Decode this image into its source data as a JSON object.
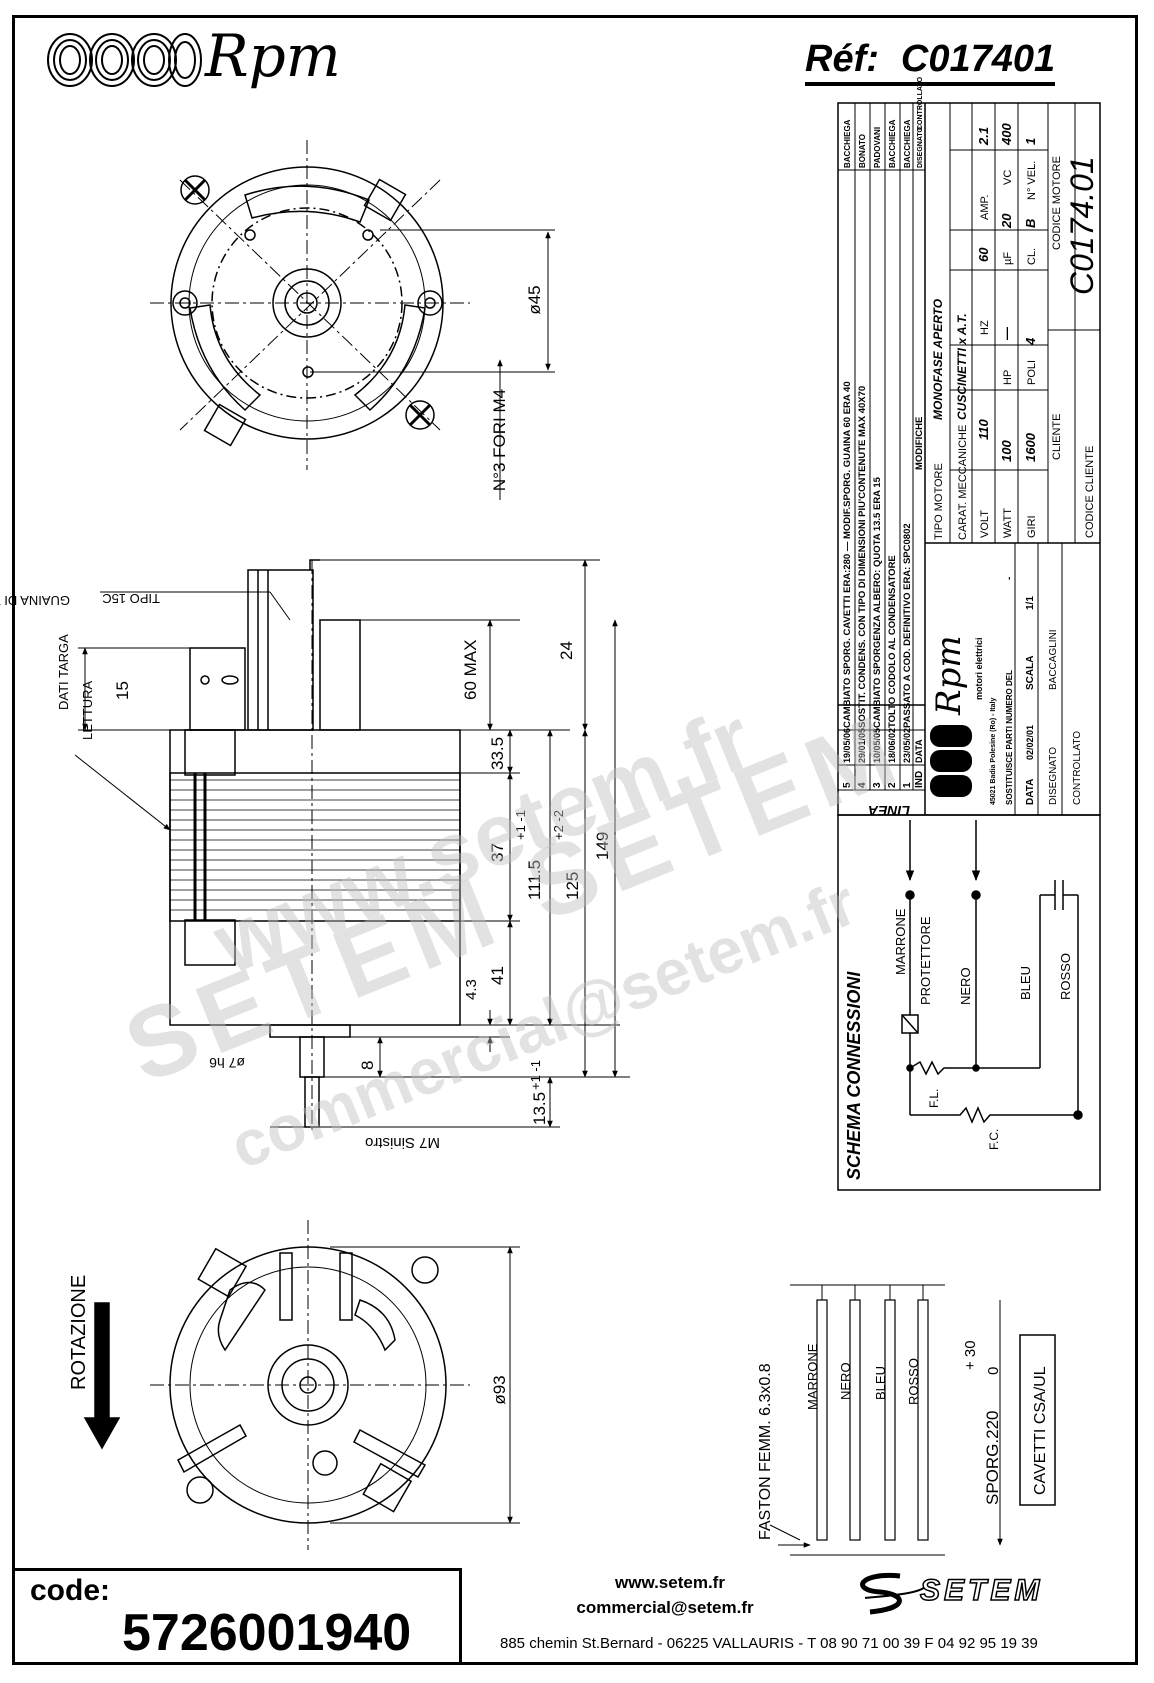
{
  "header": {
    "brand": "Rpm",
    "ref_label": "Réf:",
    "ref_value": "C017401"
  },
  "drawing": {
    "dim_d45": "ø45",
    "holes_note": "N°3 FORI M4",
    "lead_wire": "GUAINA DI VETRO",
    "lead_wire_type": "TIPO 15C",
    "plate_label": "DATI TARGA",
    "plate_reading": "LETTURA",
    "dim_15": "15",
    "dim_60max": "60 MAX",
    "dim_24": "24",
    "dim_33_5": "33.5",
    "dim_37": "37",
    "dim_41": "41",
    "dim_4_3": "4.3",
    "dim_111_5": "111.5",
    "dim_125": "125",
    "dim_149": "149",
    "dim_tol_pm1": "+1 -1",
    "dim_tol_pm2": "+2 -2",
    "dim_8": "8",
    "dim_13_5": "13.5",
    "dim_shaft": "ø7 h6",
    "thread": "M7 Sinistro",
    "dim_d93": "ø93",
    "rotation": "ROTAZIONE",
    "faston": "FASTON FEMM. 6.3x0.8",
    "sporg": "SPORG.220",
    "sporg_tol_plus": "+ 30",
    "sporg_tol_minus": "0",
    "cavetti": "CAVETTI CSA/UL"
  },
  "wires": [
    "MARRONE",
    "NERO",
    "BLEU",
    "ROSSO"
  ],
  "schema": {
    "title": "SCHEMA CONNESSIONI",
    "linea": "LINEA",
    "protettore": "PROTETTORE",
    "fl": "F.L.",
    "fc": "F.C.",
    "colors": [
      "MARRONE",
      "NERO",
      "BLEU",
      "ROSSO"
    ]
  },
  "title_block": {
    "revisions": [
      {
        "ind": "5",
        "date": "19/05/06",
        "text": "CAMBIATO SPORG. CAVETTI ERA:280 — MODIF.SPORG. GUAINA 60 ERA 40",
        "by": "BACCHIEGA"
      },
      {
        "ind": "4",
        "date": "29/01/05",
        "text": "SOSTIT. CONDENS. CON TIPO DI DIMENSIONI PIU'CONTENUTE MAX 40X70",
        "by": "BONATO"
      },
      {
        "ind": "3",
        "date": "10/05/05",
        "text": "CAMBIATO SPORGENZA ALBERO: QUOTA 13.5 ERA 15",
        "by": "PADOVANI"
      },
      {
        "ind": "2",
        "date": "18/06/02",
        "text": "TOLTO CODOLO AL CONDENSATORE",
        "by": "BACCHIEGA"
      },
      {
        "ind": "1",
        "date": "23/05/02",
        "text": "PASSATO A COD. DEFINITIVO ERA: SPC0802",
        "by": "BACCHIEGA"
      }
    ],
    "hdr_ind": "IND",
    "hdr_data": "DATA",
    "hdr_modifiche": "MODIFICHE",
    "hdr_disegnato": "DISEGNATO",
    "hdr_controllato": "CONTROLLATO",
    "company_sub": "motori elettrici",
    "company_addr": "45021 Badia Polesine (Ro) - Italy",
    "sostituisce": "SOSTITUISCE PARTI NUMERO DEL",
    "sostituisce_val": "-",
    "data_label": "DATA",
    "data_val": "02/02/01",
    "scala_label": "SCALA",
    "scala_val": "1/1",
    "disegnato_label": "DISEGNATO",
    "disegnato_val": "BACCAGLINI",
    "controllato_label": "CONTROLLATO",
    "tipo_motore_label": "TIPO MOTORE",
    "tipo_motore_val": "MONOFASE APERTO",
    "carat_label": "CARAT. MECCANICHE",
    "carat_val": "CUSCINETTI x A.T.",
    "specs": [
      {
        "k": "VOLT",
        "v": "110"
      },
      {
        "k": "HZ",
        "v": "60"
      },
      {
        "k": "AMP.",
        "v": "2.1"
      },
      {
        "k": "WATT",
        "v": "100"
      },
      {
        "k": "HP",
        "v": "—"
      },
      {
        "k": "µF",
        "v": "20"
      },
      {
        "k": "VC",
        "v": "400"
      },
      {
        "k": "GIRI",
        "v": "1600"
      },
      {
        "k": "POLI",
        "v": "4"
      },
      {
        "k": "CL.",
        "v": "B"
      },
      {
        "k": "N° VEL.",
        "v": "1"
      }
    ],
    "cliente_label": "CLIENTE",
    "codice_motore_label": "CODICE MOTORE",
    "codice_motore_val": "C0174.01",
    "codice_cliente_label": "CODICE CLIENTE"
  },
  "watermark": {
    "line1": "www.setem.fr",
    "line2": "SETEM SETEM",
    "line3": "commercial@setem.fr"
  },
  "footer": {
    "code_label": "code:",
    "code_value": "5726001940",
    "website": "www.setem.fr",
    "email": "commercial@setem.fr",
    "address": "885 chemin St.Bernard  -  06225 VALLAURIS  -  T 08 90 71 00 39   F 04 92 95 19 39",
    "setem_logo_text": "SETEM"
  }
}
